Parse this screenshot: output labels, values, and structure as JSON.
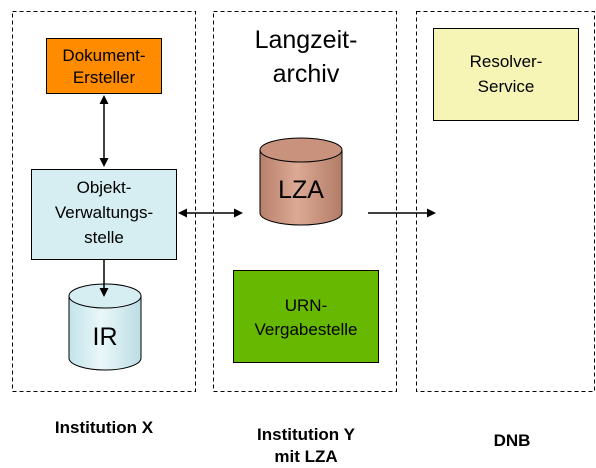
{
  "zones": {
    "institution_x": {
      "label": "Institution X",
      "boxes": {
        "dokument_ersteller": {
          "lines": [
            "Dokument-",
            "Ersteller"
          ],
          "fill": "#ff8c00"
        },
        "objektverwaltung": {
          "lines": [
            "Objekt-",
            "Verwaltungs-",
            "stelle"
          ],
          "fill": "#d6eef2"
        },
        "ir": {
          "label": "IR",
          "fill": "#d6eef2"
        }
      }
    },
    "institution_y": {
      "label_lines": [
        "Institution Y",
        "mit LZA"
      ],
      "heading_lines": [
        "Langzeit-",
        "archiv"
      ],
      "boxes": {
        "lza": {
          "label": "LZA",
          "fill": "#c8927c"
        },
        "urn_vergabestelle": {
          "lines": [
            "URN-",
            "Vergabestelle"
          ],
          "fill": "#66b800"
        }
      }
    },
    "dnb": {
      "label": "DNB",
      "boxes": {
        "resolver_service": {
          "lines": [
            "Resolver-",
            "Service"
          ],
          "fill": "#f6f5b5"
        }
      }
    }
  },
  "colors": {
    "line": "#000000",
    "background": "#ffffff"
  },
  "connections": [
    "dokument_ersteller <-> objektverwaltung",
    "objektverwaltung -> ir",
    "objektverwaltung <-> langzeitarchiv",
    "langzeitarchiv -> dnb"
  ]
}
